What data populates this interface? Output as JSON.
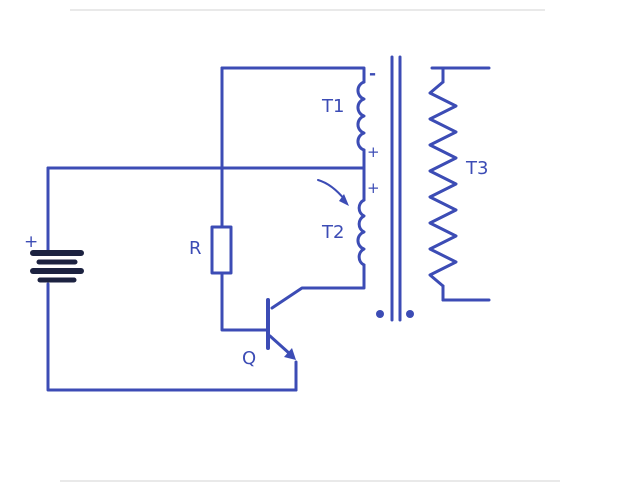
{
  "diagram": {
    "ink_color": "#3c4cb5",
    "battery_ink": "#1c2240",
    "labels": {
      "battery_plus": "+",
      "resistor": "R",
      "transistor": "Q",
      "t1": "T1",
      "t2": "T2",
      "t3": "T3",
      "t1_top_polarity": "-",
      "t1_bottom_polarity": "+",
      "t2_top_polarity": "+"
    }
  }
}
